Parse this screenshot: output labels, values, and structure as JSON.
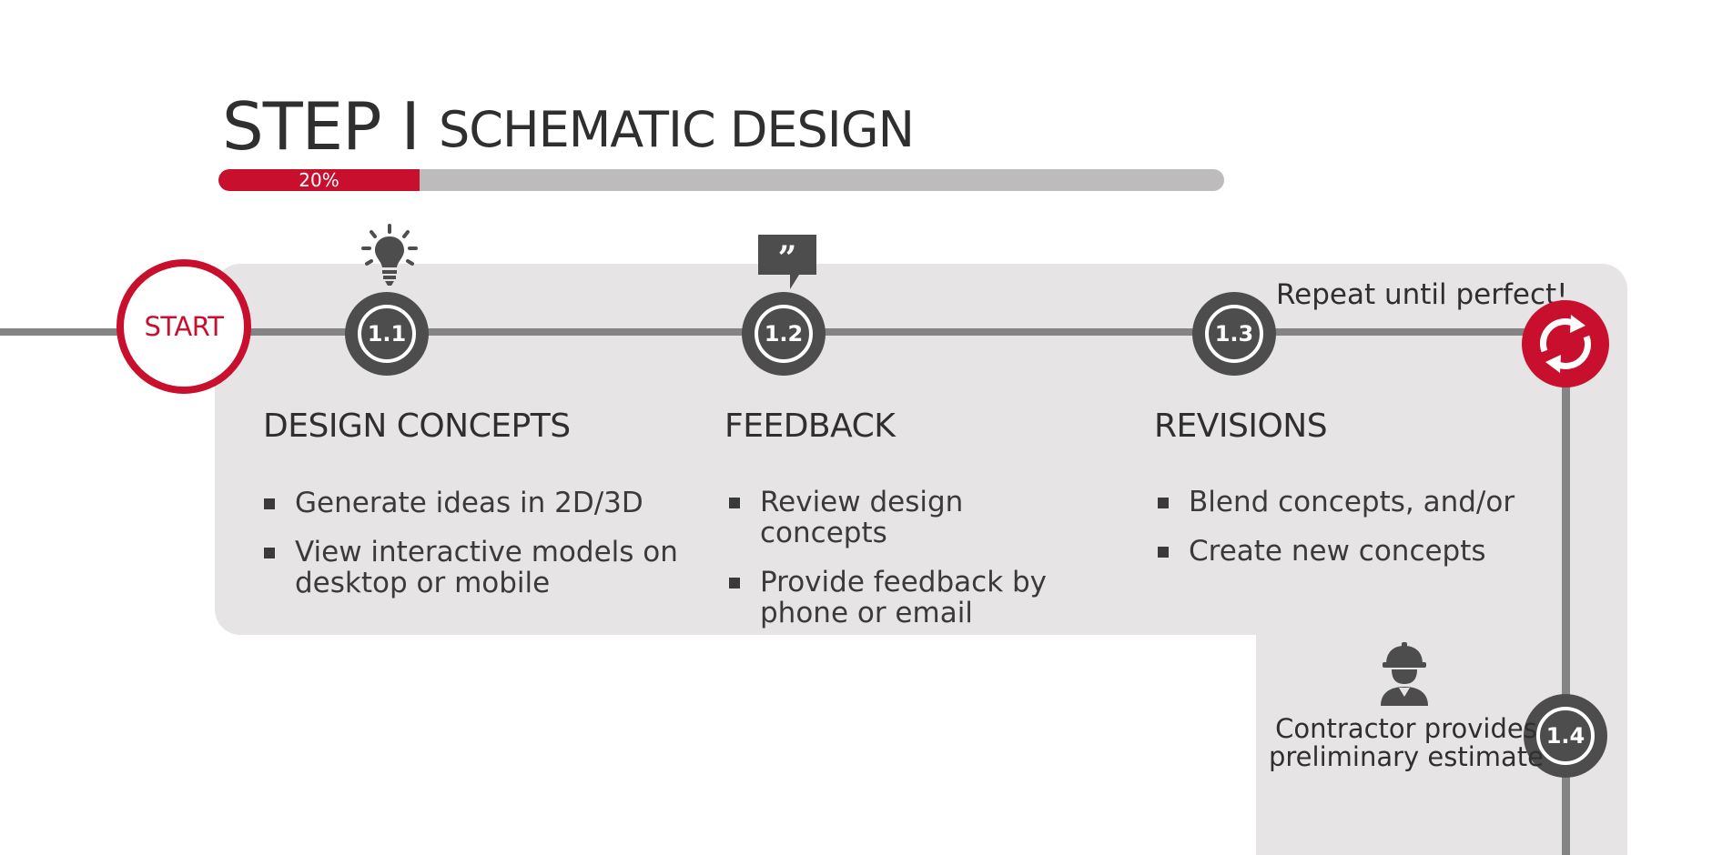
{
  "title": {
    "step": "STEP I",
    "name": "SCHEMATIC DESIGN"
  },
  "progress": {
    "label": "20%",
    "fraction": 0.2,
    "fill_color": "#c8102e",
    "track_color": "#bdbbbc"
  },
  "start": {
    "label": "START"
  },
  "steps": [
    {
      "number": "1.1",
      "icon": "lightbulb-icon",
      "heading": "DESIGN CONCEPTS",
      "bullets": [
        "Generate ideas in 2D/3D",
        "View interactive models on desktop or mobile"
      ]
    },
    {
      "number": "1.2",
      "icon": "quote-bubble-icon",
      "heading": "FEEDBACK",
      "bullets": [
        "Review design concepts",
        "Provide feedback by phone or email"
      ]
    },
    {
      "number": "1.3",
      "heading": "REVISIONS",
      "bullets": [
        "Blend concepts, and/or",
        "Create new concepts"
      ]
    },
    {
      "number": "1.4",
      "icon": "contractor-icon",
      "text": "Contractor provides preliminary estimate"
    }
  ],
  "repeat": {
    "label": "Repeat until perfect!",
    "icon": "refresh-icon"
  },
  "colors": {
    "accent": "#c8102e",
    "node": "#4e4d4d",
    "line": "#848484",
    "panel": "#e6e4e5"
  }
}
